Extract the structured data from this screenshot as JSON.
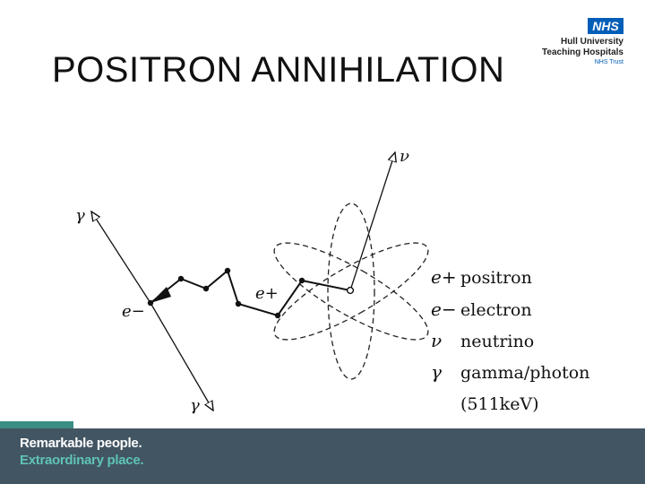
{
  "slide": {
    "title": "POSITRON ANNIHILATION"
  },
  "logo": {
    "badge": "NHS",
    "line1": "Hull University",
    "line2": "Teaching Hospitals",
    "line3": "NHS Trust"
  },
  "diagram": {
    "labels": {
      "gamma_top": "γ",
      "gamma_bottom": "γ",
      "neutrino": "ν",
      "electron": "e−",
      "positron": "e+"
    },
    "legend": [
      {
        "symbol": "e+",
        "text": "positron"
      },
      {
        "symbol": "e−",
        "text": "electron"
      },
      {
        "symbol": "ν",
        "text": "neutrino"
      },
      {
        "symbol": "γ",
        "text": "gamma/photon"
      },
      {
        "symbol": "",
        "text": "(511keV)"
      }
    ]
  },
  "footer": {
    "line1": "Remarkable people.",
    "line2": "Extraordinary place.",
    "bar_color": "#425563",
    "accent_color": "#5ec4b6"
  }
}
